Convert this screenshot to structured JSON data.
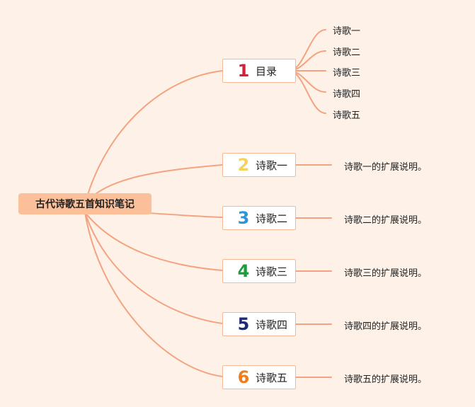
{
  "root": {
    "title": "古代诗歌五首知识笔记"
  },
  "branches": [
    {
      "number": "1",
      "label": "目录",
      "color": "#d6203b"
    },
    {
      "number": "2",
      "label": "诗歌一",
      "color": "#f3d35a"
    },
    {
      "number": "3",
      "label": "诗歌二",
      "color": "#2b95d9"
    },
    {
      "number": "4",
      "label": "诗歌三",
      "color": "#1f9a3c"
    },
    {
      "number": "5",
      "label": "诗歌四",
      "color": "#1d2a78"
    },
    {
      "number": "6",
      "label": "诗歌五",
      "color": "#ef7d1e"
    }
  ],
  "toc_items": [
    "诗歌一",
    "诗歌二",
    "诗歌三",
    "诗歌四",
    "诗歌五"
  ],
  "notes": [
    "诗歌一的扩展说明。",
    "诗歌二的扩展说明。",
    "诗歌三的扩展说明。",
    "诗歌四的扩展说明。",
    "诗歌五的扩展说明。"
  ],
  "colors": {
    "line": "#f4a380",
    "background": "#fef2e8",
    "root_fill": "#fbc09a"
  }
}
